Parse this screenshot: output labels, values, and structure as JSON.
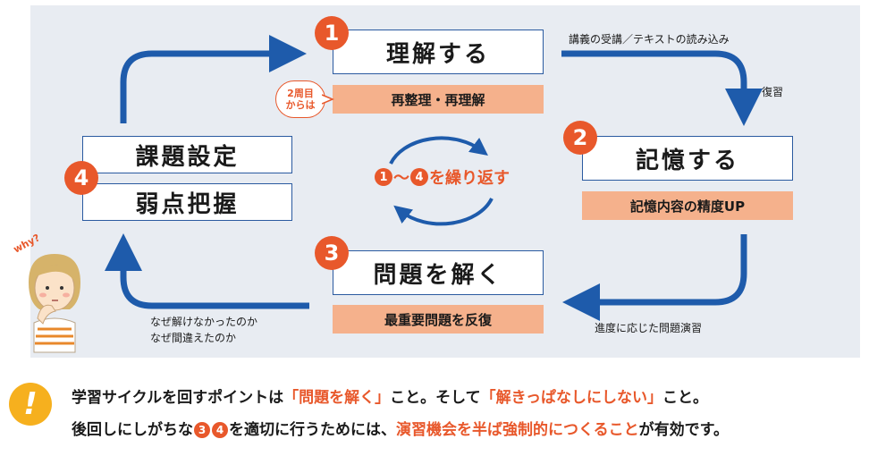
{
  "steps": [
    {
      "num": "1",
      "title": "理解する",
      "sub": "再整理・再理解"
    },
    {
      "num": "2",
      "title": "記憶する",
      "sub": "記憶内容の精度UP"
    },
    {
      "num": "3",
      "title": "問題を解く",
      "sub": "最重要問題を反復"
    },
    {
      "num": "4",
      "title_a": "課題設定",
      "title_b": "弱点把握"
    }
  ],
  "badge": {
    "line1": "2周目",
    "line2": "からは"
  },
  "center": {
    "c1": "1",
    "tilde": "〜",
    "c4": "4",
    "text": "を繰り返す"
  },
  "notes": {
    "top_right": "講義の受講／テキストの読み込み",
    "review": "復習",
    "bottom_right": "進度に応じた問題演習",
    "bottom_left_1": "なぜ解けなかったのか",
    "bottom_left_2": "なぜ間違えたのか"
  },
  "why": "why?",
  "bottom": {
    "l1_a": "学習サイクルを回すポイントは",
    "l1_b": "「問題を解く」",
    "l1_c": "こと。そして",
    "l1_d": "「解きっぱなしにしない」",
    "l1_e": "こと。",
    "l2_a": "後回しにしがちな",
    "l2_c3": "3",
    "l2_c4": "4",
    "l2_b": "を適切に行うためには、",
    "l2_c": "演習機会を半ば強制的につくること",
    "l2_d": "が有効です。"
  },
  "colors": {
    "accent": "#e8582b",
    "arrow": "#1e5bab",
    "strip": "#f5b18c",
    "panel": "#e8ecf2"
  }
}
